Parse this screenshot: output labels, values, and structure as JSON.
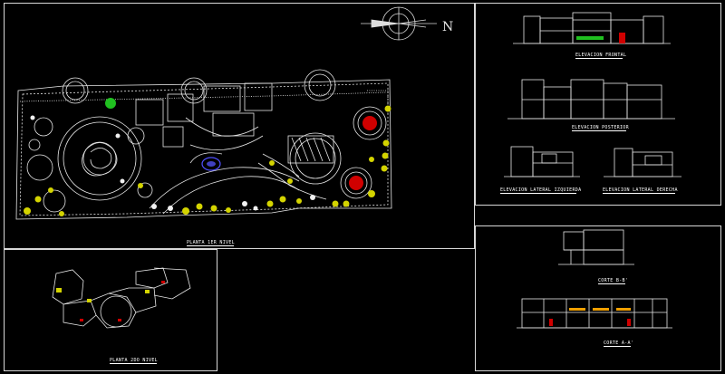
{
  "drawing": {
    "north_symbol_letter": "N",
    "labels": {
      "planta_1er": "PLANTA 1ER NIVEL",
      "planta_2do": "PLANTA 2DO NIVEL",
      "elev_frontal": "ELEVACION FRONTAL",
      "elev_posterior": "ELEVACION POSTERIOR",
      "elev_izq": "ELEVACION LATERAL IZQUIERDA",
      "elev_der": "ELEVACION LATERAL DERECHA",
      "corte_bb": "CORTE B-B'",
      "corte_aa": "CORTE A-A'"
    }
  },
  "colors": {
    "background": "#000000",
    "frame": "#d8d8d8",
    "lines": "#e8e8e8",
    "trees": "#d4d400",
    "fountain": "#5050ff",
    "red_feature": "#e00000",
    "green_feature": "#20c020",
    "orange_windows": "#f0a000"
  }
}
